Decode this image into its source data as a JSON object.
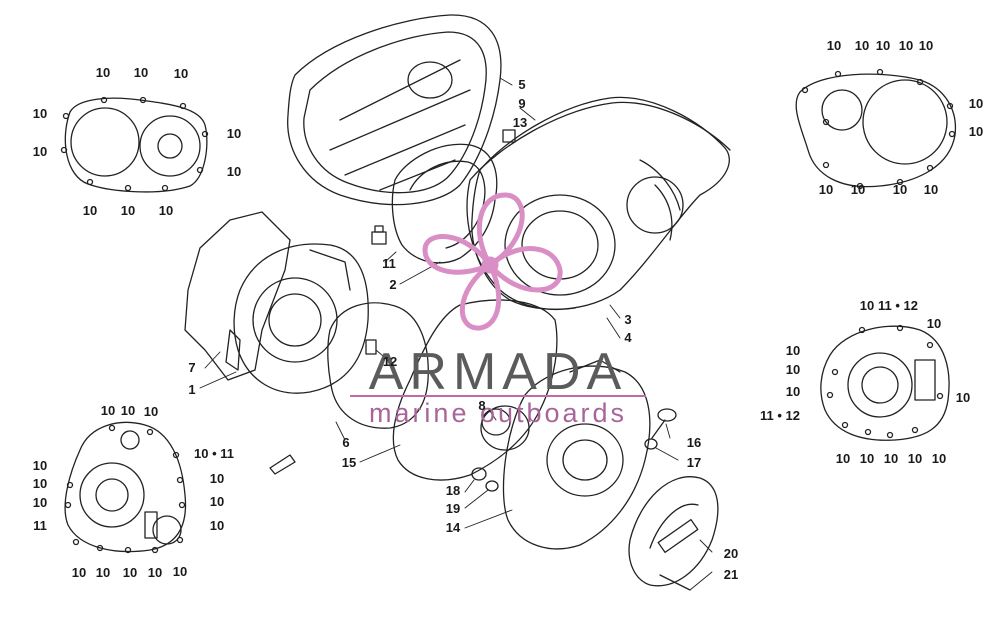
{
  "watermark": {
    "title": "ARMADA",
    "subtitle": "marine outboards",
    "logo_color": "#d98fc6",
    "text_color": "#5b5b5b"
  },
  "labels": {
    "tl_top_1": "10",
    "tl_top_2": "10",
    "tl_top_3": "10",
    "tl_left_1": "10",
    "tl_left_2": "10",
    "tl_right_1": "10",
    "tl_right_2": "10",
    "tl_bot_1": "10",
    "tl_bot_2": "10",
    "tl_bot_3": "10",
    "tr_top_1": "10",
    "tr_top_2": "10",
    "tr_top_3": "10",
    "tr_top_4": "10",
    "tr_top_5": "10",
    "tr_right_1": "10",
    "tr_right_2": "10",
    "tr_bot_1": "10",
    "tr_bot_2": "10",
    "tr_bot_3": "10",
    "tr_bot_4": "10",
    "c_5": "5",
    "c_9": "9",
    "c_13": "13",
    "c_11": "11",
    "c_2": "2",
    "c_3": "3",
    "c_4": "4",
    "c_7": "7",
    "c_1": "1",
    "c_12": "12",
    "c_8": "8",
    "c_6": "6",
    "c_15": "15",
    "c_16": "16",
    "c_17": "17",
    "c_18": "18",
    "c_19": "19",
    "c_14": "14",
    "c_20": "20",
    "c_21": "21",
    "mr_top_1": "10",
    "mr_top_2": "11 • 12",
    "mr_top_3": "10",
    "mr_left_1": "10",
    "mr_left_2": "10",
    "mr_left_3": "10",
    "mr_left_4": "11 • 12",
    "mr_right_1": "10",
    "mr_bot_1": "10",
    "mr_bot_2": "10",
    "mr_bot_3": "10",
    "mr_bot_4": "10",
    "mr_bot_5": "10",
    "bl_top_1": "10",
    "bl_top_2": "10",
    "bl_top_3": "10",
    "bl_left_1": "10",
    "bl_left_2": "10",
    "bl_left_3": "10",
    "bl_left_4": "11",
    "bl_right_1": "10 • 11",
    "bl_right_2": "10",
    "bl_right_3": "10",
    "bl_right_4": "10",
    "bl_bot_1": "10",
    "bl_bot_2": "10",
    "bl_bot_3": "10",
    "bl_bot_4": "10",
    "bl_bot_5": "10"
  }
}
